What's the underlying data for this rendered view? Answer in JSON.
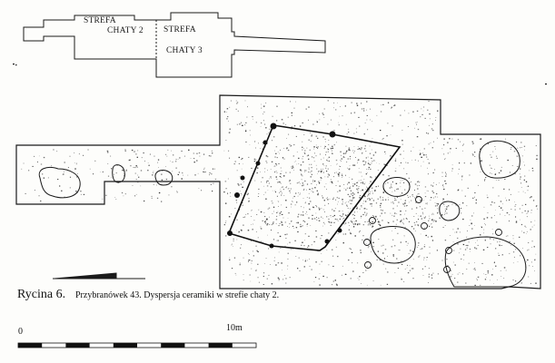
{
  "key_plan": {
    "zone_a": {
      "line1": "STREFA",
      "line2": "CHATY 2"
    },
    "zone_b": {
      "line1": "STREFA",
      "line2": "CHATY 3"
    }
  },
  "caption": {
    "figure_label": "Rycina 6.",
    "text": "Przybranówek 43. Dyspersja ceramiki w strefie chaty 2."
  },
  "scale_bar": {
    "start_label": "0",
    "end_label": "10m",
    "segments": 10
  },
  "colors": {
    "ink": "#1a1a1a",
    "paper": "#fdfdfb"
  }
}
